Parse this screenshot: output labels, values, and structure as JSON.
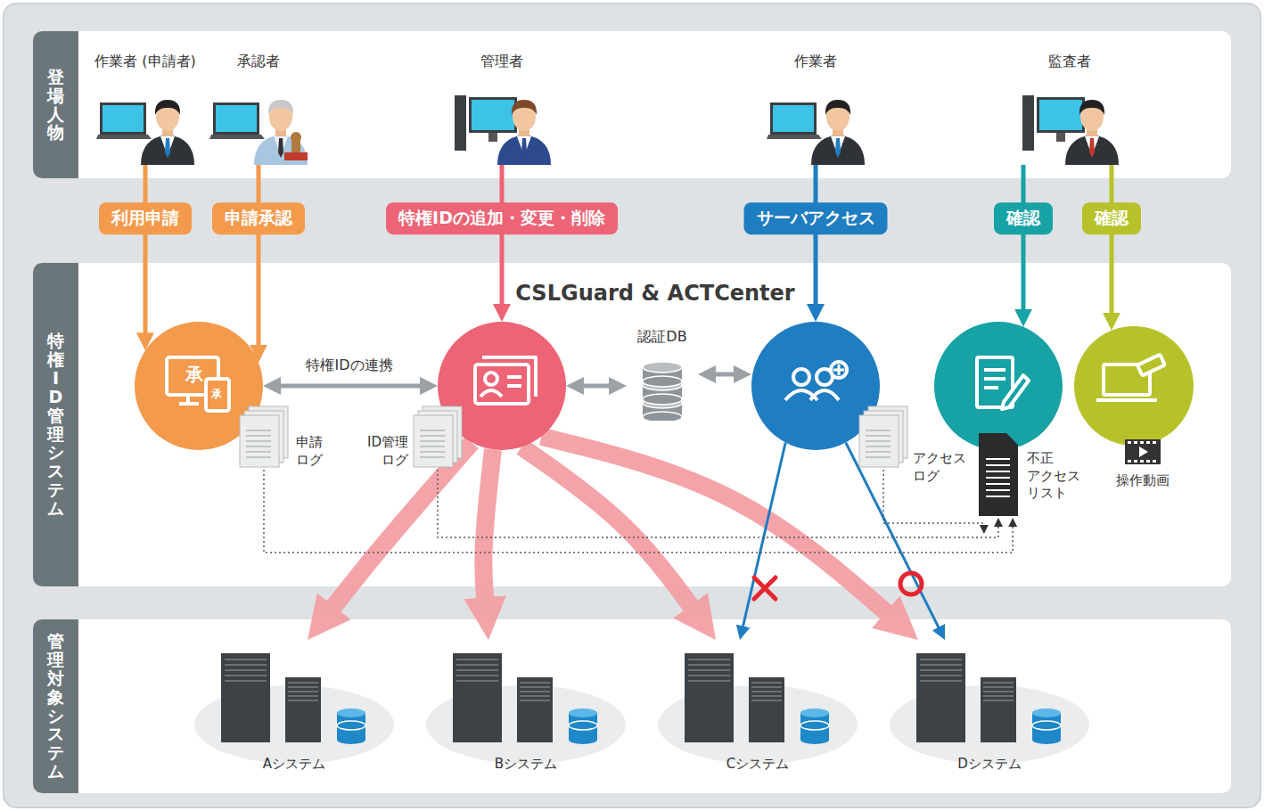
{
  "diagram": {
    "nodes": [
      {
        "text": [
          "登場人物"
        ]
      },
      {
        "text": [
          "作業者 (申請者)"
        ],
        "in": 0
      },
      {
        "text": [
          "承認者"
        ],
        "in": 0
      },
      {
        "text": [
          "管理者"
        ],
        "in": 0
      },
      {
        "text": [
          "作業者"
        ],
        "in": 0
      },
      {
        "text": [
          "監査者"
        ],
        "in": 0
      },
      {
        "text": [
          "特権ID管理システム",
          "CSLGuard & ACTCenter"
        ]
      },
      {
        "text": [
          "申請 ログ"
        ],
        "in": 6
      },
      {
        "text": [
          "ID管理 ログ"
        ],
        "in": 6
      },
      {
        "text": [
          "認証DB"
        ],
        "in": 6
      },
      {
        "text": [
          "アクセス ログ"
        ],
        "in": 6
      },
      {
        "text": [
          "不正 アクセス リスト"
        ],
        "in": 6
      },
      {
        "text": [
          "操作動画"
        ],
        "in": 6
      },
      {
        "text": [
          "管理対象システム"
        ]
      },
      {
        "text": [
          "Aシステム"
        ],
        "in": 13
      },
      {
        "text": [
          "Bシステム"
        ],
        "in": 13
      },
      {
        "text": [
          "Cシステム"
        ],
        "in": 13
      },
      {
        "text": [
          "Dシステム"
        ],
        "in": 13
      }
    ],
    "edges": [
      {
        "from": 1,
        "to": 7,
        "arrow": "to",
        "label": "利用申請"
      },
      {
        "from": 2,
        "to": 7,
        "arrow": "to",
        "label": "申請承認"
      },
      {
        "from": 3,
        "to": 8,
        "arrow": "to",
        "label": "特権IDの追加・変更・削除"
      },
      {
        "from": 4,
        "to": 10,
        "arrow": "to",
        "label": "サーバアクセス"
      },
      {
        "from": 5,
        "to": 11,
        "arrow": "to",
        "label": "確認"
      },
      {
        "from": 5,
        "to": 12,
        "arrow": "to",
        "label": "確認"
      },
      {
        "from": 7,
        "to": 8,
        "arrow": "both",
        "label": "特権IDの連携"
      },
      {
        "from": 8,
        "to": 9,
        "arrow": "both"
      },
      {
        "from": 9,
        "to": 10,
        "arrow": "both"
      },
      {
        "from": 8,
        "to": 14,
        "arrow": "to"
      },
      {
        "from": 8,
        "to": 15,
        "arrow": "to"
      },
      {
        "from": 8,
        "to": 16,
        "arrow": "to"
      },
      {
        "from": 8,
        "to": 17,
        "arrow": "to"
      },
      {
        "from": 10,
        "to": 16,
        "arrow": "to"
      },
      {
        "from": 10,
        "to": 17,
        "arrow": "to"
      },
      {
        "from": 7,
        "to": 11,
        "arrow": "to"
      },
      {
        "from": 8,
        "to": 11,
        "arrow": "to"
      },
      {
        "from": 10,
        "to": 11,
        "arrow": "to"
      }
    ],
    "labels": [
      "承",
      "承"
    ]
  }
}
